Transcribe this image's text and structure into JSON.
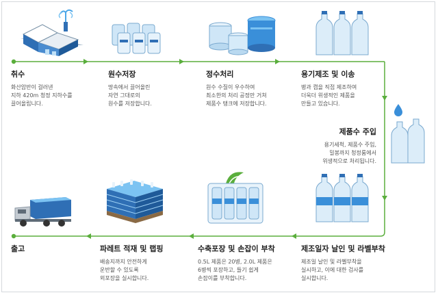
{
  "steps": [
    {
      "id": "intake",
      "title": "취수",
      "desc": [
        "화산암반이 걸러낸",
        "지하 420m 청정 지하수를",
        "끌어올립니다."
      ]
    },
    {
      "id": "storage",
      "title": "원수저장",
      "desc": [
        "땅속에서 끌어올린",
        "자연 그대로의",
        "원수를 저장합니다."
      ]
    },
    {
      "id": "treatment",
      "title": "정수처리",
      "desc": [
        "원수 수질이 우수하여",
        "최소한의 처리 공정만 거쳐",
        "제품수 탱크에 저장합니다."
      ]
    },
    {
      "id": "bottling",
      "title": "용기제조 및 이송",
      "desc": [
        "병과 캡을 직접 제조하여",
        "더욱더 위생적인 제품을",
        "만들고 있습니다."
      ]
    },
    {
      "id": "filling",
      "title": "제품수 주입",
      "desc": [
        "용기세척, 제품수 주입,",
        "밀봉까지 청정룸에서",
        "위생적으로 처리됩니다."
      ]
    },
    {
      "id": "labeling",
      "title": "제조일자 날인 및 라벨부착",
      "desc": [
        "제조일 날인 및 라벨부착을",
        "실시하고, 이에 대한 검사를",
        "실시합니다."
      ]
    },
    {
      "id": "packing",
      "title": "수축포장 및 손잡이 부착",
      "desc": [
        "0.5L 제품은 20병, 2.0L 제품은",
        "6병씩 포장하고, 들기 쉽게",
        "손잡이를 부착합니다."
      ]
    },
    {
      "id": "pallet",
      "title": "파레트 적재 및 랩핑",
      "desc": [
        "배송지까지 안전하게",
        "운반할 수 있도록",
        "외포장을 실시합니다."
      ]
    },
    {
      "id": "shipping",
      "title": "출고",
      "desc": []
    }
  ],
  "colors": {
    "arrow": "#5aae3c",
    "accent": "#3a8fd9",
    "title": "#222222",
    "text": "#555555"
  },
  "icons": [
    "pump-house-icon",
    "tanks-icon",
    "treatment-tanks-icon",
    "bottles-icon",
    "water-drop-icon",
    "labeled-bottles-icon",
    "shrink-pack-icon",
    "pallet-icon",
    "truck-icon"
  ]
}
